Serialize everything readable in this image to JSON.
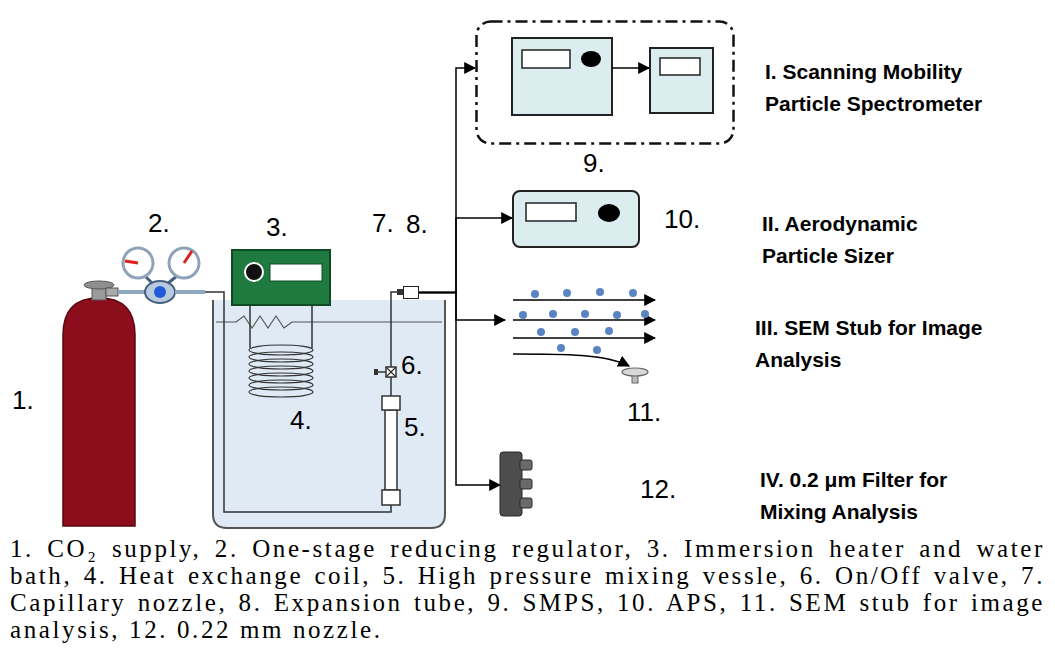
{
  "diagram": {
    "caption": "1. CO₂ supply, 2. One-stage reducing regulator, 3. Immersion heater and water bath, 4. Heat exchange coil, 5. High pressure mixing vessle, 6. On/Off valve, 7. Capillary nozzle, 8. Expansion tube, 9. SMPS, 10. APS, 11. SEM stub for image analysis, 12. 0.22 mm nozzle.",
    "nodes": [
      {
        "text": [
          "8."
        ]
      },
      {
        "text": [
          "9.",
          "I. Scanning Mobility Particle Spectrometer"
        ]
      },
      {
        "text": [
          "10.",
          "II. Aerodynamic Particle Sizer"
        ]
      },
      {
        "text": [
          "11.",
          "III. SEM Stub for Image Analysis"
        ]
      },
      {
        "text": [
          "12.",
          "IV. 0.2 μm Filter for Mixing Analysis"
        ]
      }
    ],
    "edges": [
      {
        "from": 0,
        "to": 1,
        "arrow": "to"
      },
      {
        "from": 0,
        "to": 2,
        "arrow": "to"
      },
      {
        "from": 0,
        "to": 3,
        "arrow": "to"
      },
      {
        "from": 0,
        "to": 4,
        "arrow": "to"
      }
    ],
    "labels": [
      "1.",
      "2.",
      "3.",
      "4.",
      "5.",
      "6.",
      "7."
    ]
  }
}
